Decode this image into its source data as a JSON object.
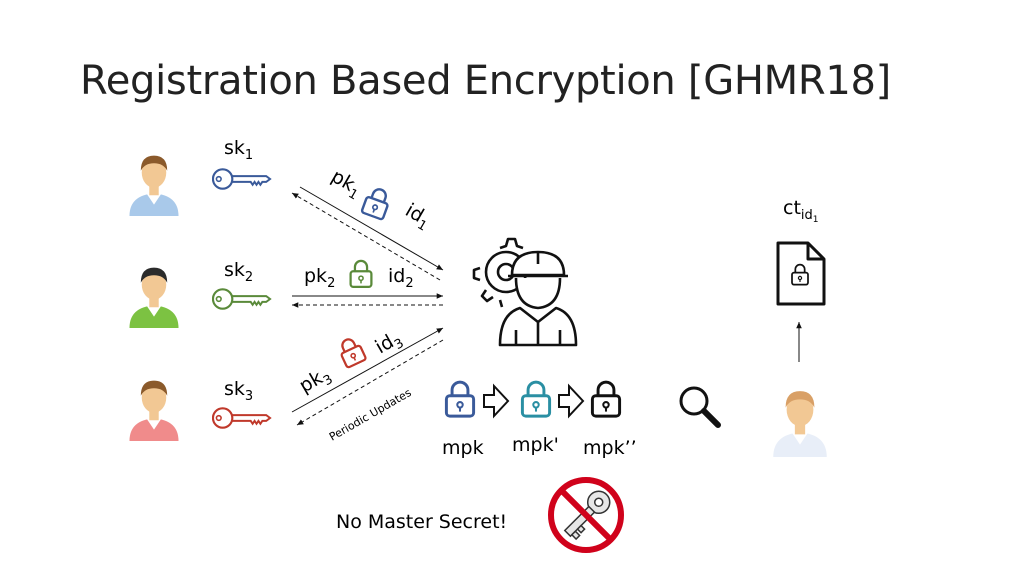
{
  "title": "Registration Based Encryption [GHMR18]",
  "users": [
    {
      "sk_base": "sk",
      "sk_sub": "1",
      "pk_base": "pk",
      "pk_sub": "1",
      "id_base": "id",
      "id_sub": "1",
      "color": "#3a5a9a"
    },
    {
      "sk_base": "sk",
      "sk_sub": "2",
      "pk_base": "pk",
      "pk_sub": "2",
      "id_base": "id",
      "id_sub": "2",
      "color": "#5a8a3a"
    },
    {
      "sk_base": "sk",
      "sk_sub": "3",
      "pk_base": "pk",
      "pk_sub": "3",
      "id_base": "id",
      "id_sub": "3",
      "color": "#c0392b"
    }
  ],
  "periodic_updates": "Periodic Updates",
  "mpk_labels": [
    "mpk",
    "mpk'",
    "mpk’’"
  ],
  "ciphertext": {
    "base": "ct",
    "sub": "id",
    "subsub": "1"
  },
  "no_master_secret": "No Master Secret!",
  "colors": {
    "teal": "#2a8fa3",
    "red": "#d0021b"
  }
}
